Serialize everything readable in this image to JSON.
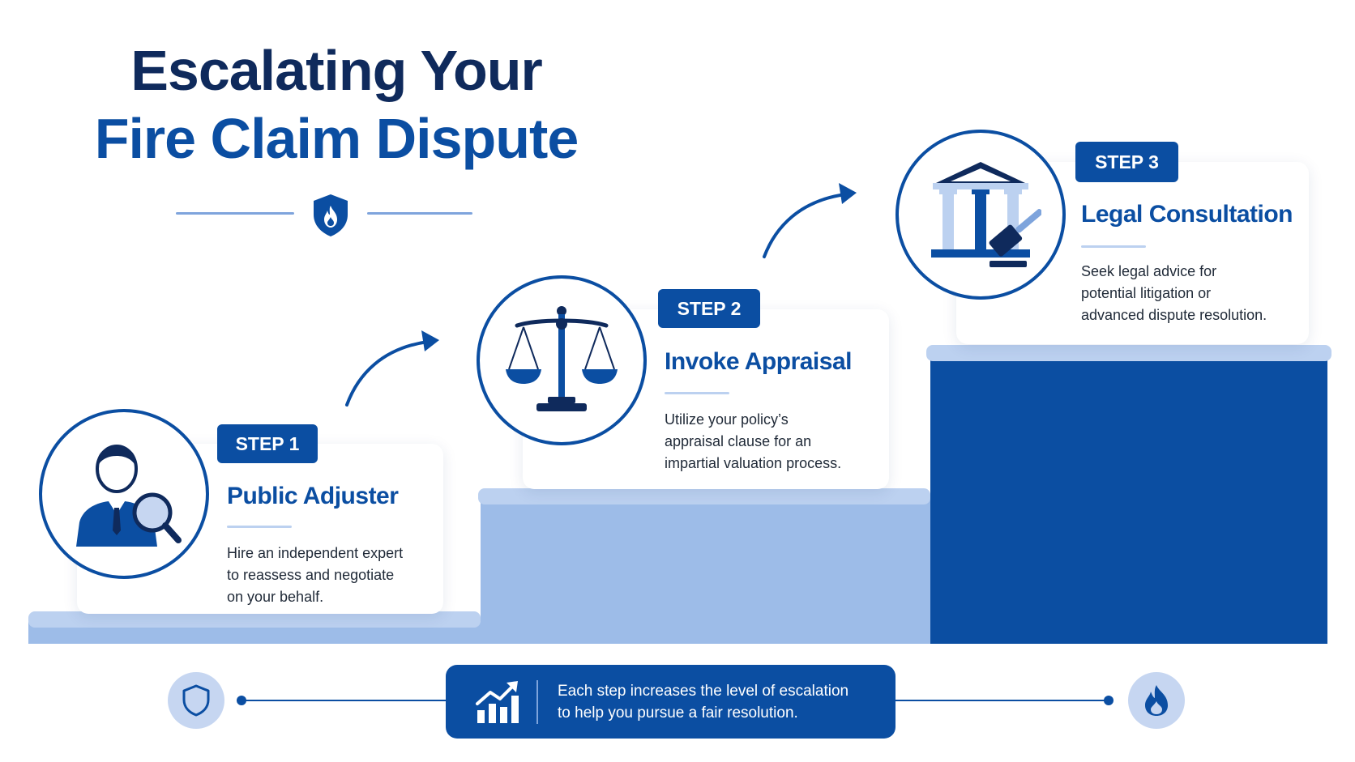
{
  "title": {
    "line1": "Escalating Your",
    "line2": "Fire Claim Dispute"
  },
  "steps": [
    {
      "badge": "STEP 1",
      "title": "Public Adjuster",
      "desc_lines": [
        "Hire an independent expert",
        "to reassess and negotiate",
        "on your behalf."
      ],
      "icon": "adjuster-magnifier-icon"
    },
    {
      "badge": "STEP 2",
      "title": "Invoke Appraisal",
      "desc_lines": [
        "Utilize your policy’s",
        "appraisal clause for an",
        "impartial valuation process."
      ],
      "icon": "scales-icon"
    },
    {
      "badge": "STEP 3",
      "title": "Legal Consultation",
      "desc_lines": [
        "Seek legal advice for",
        "potential litigation or",
        "advanced dispute resolution."
      ],
      "icon": "courthouse-gavel-icon"
    }
  ],
  "footer": {
    "line1": "Each step increases the level of escalation",
    "line2": "to help you pursue a fair resolution.",
    "icon": "growth-chart-icon"
  },
  "colors": {
    "primary": "#0b4ea2",
    "navy": "#0f2a5c",
    "light_blue": "#9dbce8",
    "pale_blue": "#bcd1f0"
  }
}
